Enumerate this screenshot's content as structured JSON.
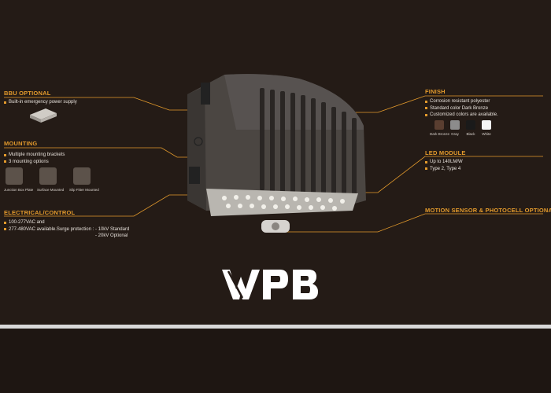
{
  "bbu": {
    "heading": "BBU OPTIONAL",
    "items": [
      "Built-in emergency power supply"
    ]
  },
  "mounting": {
    "heading": "MOUNTING",
    "items": [
      "Multiple mounting brackets",
      "3 mounting options"
    ],
    "options": [
      "Junction Box Plate",
      "Surface Mounted",
      "Slip Fitter Mounted"
    ]
  },
  "electrical": {
    "heading": "ELECTRICAL/CONTROL",
    "items": [
      "100-277VAC and",
      "277-480VAC available.Surge protection : - 10kV Standard"
    ],
    "sub": "- 20kV Optional"
  },
  "finish": {
    "heading": "FINISH",
    "items": [
      "Corrosion resistant polyester",
      "Standard color Dark Bronze",
      "Customized colors are available."
    ],
    "swatches": [
      {
        "label": "Dark Bronze",
        "color": "#5a3e30"
      },
      {
        "label": "Gray",
        "color": "#8c8c8c"
      },
      {
        "label": "Black",
        "color": "#1a1a1a"
      },
      {
        "label": "White",
        "color": "#f4f4f4"
      }
    ]
  },
  "led": {
    "heading": "LED MODULE",
    "items": [
      "Up to 140LM/W",
      "Type 2, Type 4"
    ]
  },
  "motion": {
    "heading": "MOTION SENSOR & PHOTOCELL OPTIONAL"
  },
  "logo": "WPB",
  "colors": {
    "accent": "#e39a2c",
    "background": "#241b16",
    "band": "#d8d8d8",
    "product": "#4b4642"
  }
}
